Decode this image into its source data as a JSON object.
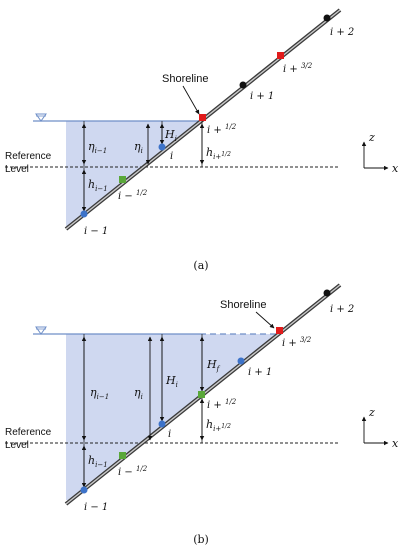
{
  "colors": {
    "water_fill": "#cfd8f0",
    "water_line": "#6f8fc8",
    "slope_outer": "#3a3a3a",
    "slope_inner": "#c9c9c9",
    "node_black": "#111111",
    "node_red": "#e11b1b",
    "node_blue": "#3d73c9",
    "node_green": "#5aa83a"
  },
  "icons": {
    "water_surface": "inverted-triangle-icon",
    "axes": "xz-axes-icon"
  },
  "common": {
    "reference_label_1": "Reference",
    "reference_label_2": "Level",
    "axis_x": "x",
    "axis_z": "z"
  },
  "panel_a": {
    "caption": "(a)",
    "shoreline_label": "Shoreline",
    "nodes": {
      "i_plus_2": "i + 2",
      "i_plus_3_2": "i + ",
      "i_plus_1": "i + 1",
      "i_plus_1_2": "i + ",
      "i": "i",
      "i_minus_1_2": "i − ",
      "i_minus_1": "i − 1"
    },
    "labels": {
      "eta_prev": "η",
      "eta_prev_sub": "i−1",
      "eta_i": "η",
      "eta_i_sub": "i",
      "H_i": "H",
      "H_i_sub": "i",
      "h_half": "h",
      "h_half_sub": "i+",
      "h_prev": "h",
      "h_prev_sub": "i−1"
    }
  },
  "panel_b": {
    "caption": "(b)",
    "shoreline_label": "Shoreline",
    "nodes": {
      "i_plus_2": "i + 2",
      "i_plus_3_2": "i + ",
      "i_plus_1": "i + 1",
      "i_plus_1_2": "i + ",
      "i": "i",
      "i_minus_1_2": "i − ",
      "i_minus_1": "i − 1"
    },
    "labels": {
      "eta_prev": "η",
      "eta_prev_sub": "i−1",
      "eta_i": "η",
      "eta_i_sub": "i",
      "H_i": "H",
      "H_i_sub": "i",
      "H_f": "H",
      "H_f_sub": "f",
      "h_half": "h",
      "h_half_sub": "i+",
      "h_prev": "h",
      "h_prev_sub": "i−1"
    }
  },
  "fractions": {
    "half": {
      "num": "1",
      "den": "2"
    },
    "three_half": {
      "num": "3",
      "den": "2"
    }
  }
}
